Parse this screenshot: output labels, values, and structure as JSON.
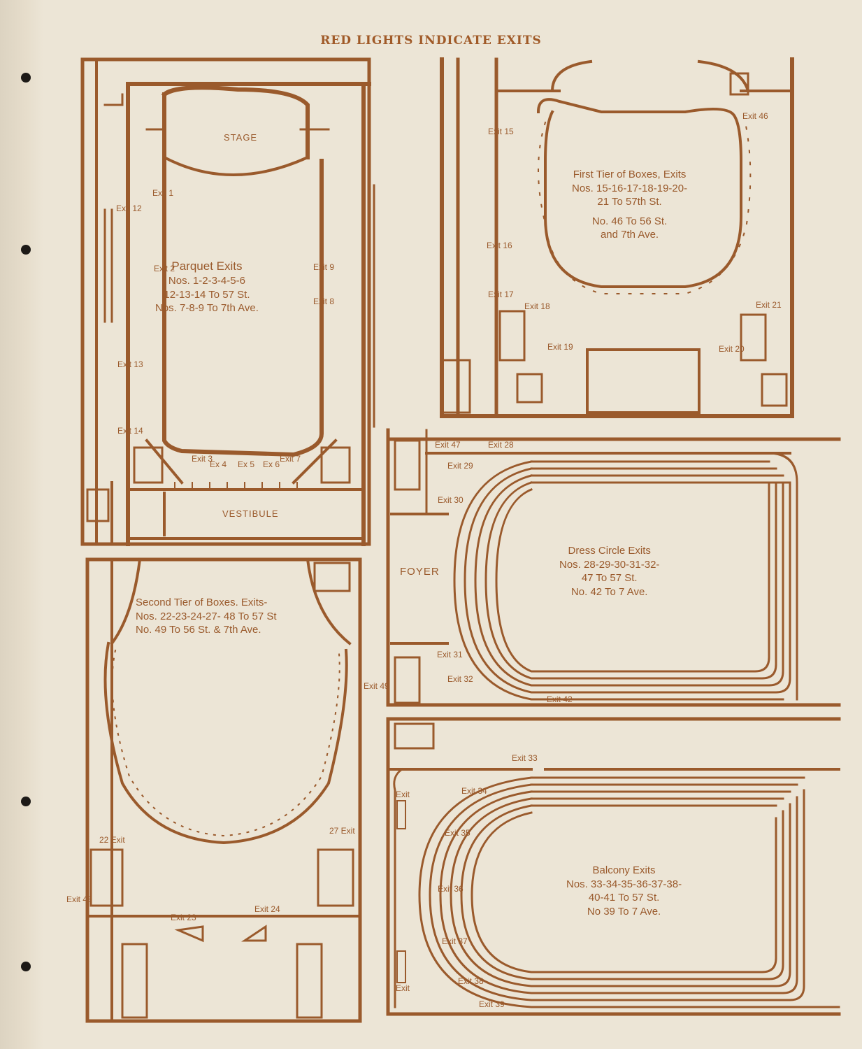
{
  "header": "RED LIGHTS INDICATE EXITS",
  "plans": {
    "parquet": {
      "stage": "STAGE",
      "vestibule": "VESTIBULE",
      "title": "Parquet Exits",
      "l1": "Nos. 1-2-3-4-5-6",
      "l2": "12-13-14 To 57 St.",
      "l3": "Nos. 7-8-9 To 7th Ave."
    },
    "first_tier": {
      "title": "First Tier of Boxes, Exits",
      "l1": "Nos. 15-16-17-18-19-20-",
      "l2": "21 To 57th St.",
      "l3": "No. 46 To 56 St.",
      "l4": "and 7th Ave."
    },
    "dress_circle": {
      "foyer": "FOYER",
      "title": "Dress Circle Exits",
      "l1": "Nos. 28-29-30-31-32-",
      "l2": "47 To 57 St.",
      "l3": "No. 42 To 7 Ave."
    },
    "second_tier": {
      "title": "Second Tier of Boxes. Exits-",
      "l1": "Nos. 22-23-24-27- 48 To 57 St",
      "l2": "No. 49 To 56 St. & 7th Ave."
    },
    "balcony": {
      "title": "Balcony Exits",
      "l1": "Nos. 33-34-35-36-37-38-",
      "l2": "40-41 To 57 St.",
      "l3": "No 39 To 7 Ave."
    }
  },
  "exit_labels": {
    "e1": "Exit 1",
    "e2": "Exit 2",
    "e12": "Exit 12",
    "e13": "Exit 13",
    "e14": "Exit 14",
    "e3": "Exit 3",
    "e4": "Ex 4",
    "e5": "Ex 5",
    "e6": "Ex 6",
    "e7": "Exit 7",
    "e8": "Exit 8",
    "e9": "Exit 9",
    "e15": "Exit 15",
    "e16": "Exit 16",
    "e17": "Exit 17",
    "e18": "Exit 18",
    "e19": "Exit 19",
    "e20": "Exit 20",
    "e21": "Exit 21",
    "e46": "Exit 46",
    "e28": "Exit 28",
    "e29": "Exit 29",
    "e30": "Exit 30",
    "e31": "Exit 31",
    "e32": "Exit 32",
    "e42": "Exit 42",
    "e47": "Exit 47",
    "e22": "22 Exit",
    "e23": "Exit 23",
    "e24": "Exit 24",
    "e27": "27 Exit",
    "e48": "Exit 48",
    "e49": "Exit 49",
    "e33": "Exit 33",
    "e34": "Exit 34",
    "e35": "Exit 35",
    "e36": "Exit 36",
    "e37": "Exit 37",
    "e38": "Exit 38",
    "e39": "Exit 39",
    "ex_a": "Exit",
    "ex_b": "Exit"
  },
  "colors": {
    "ink": "#9a5a2c",
    "paper": "#ece5d6"
  }
}
